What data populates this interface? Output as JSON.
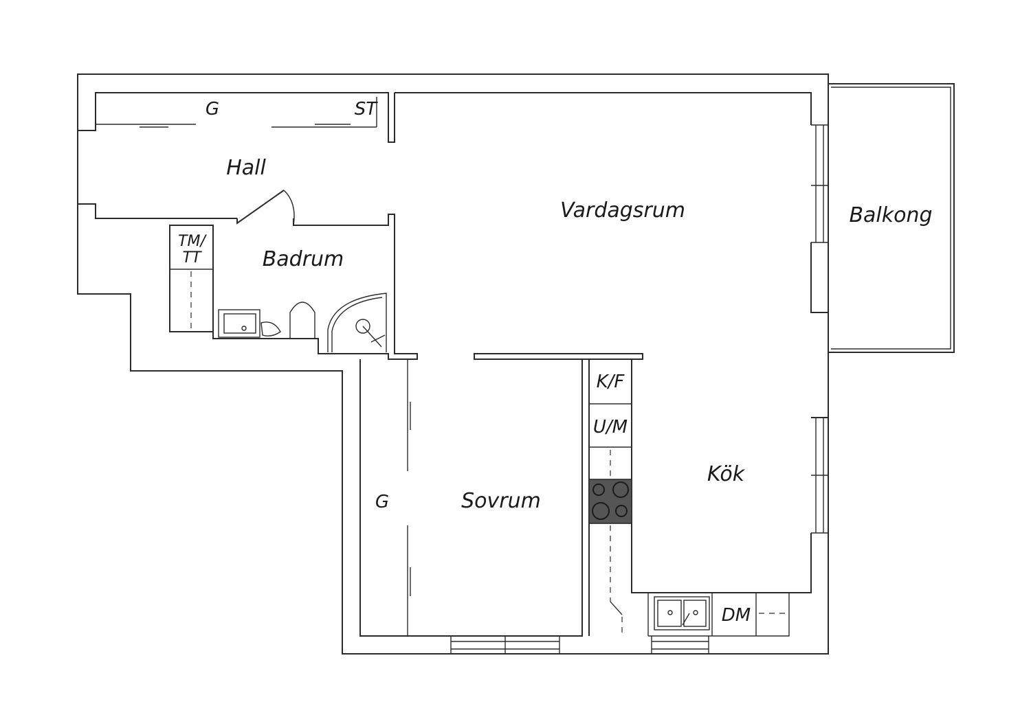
{
  "rooms": {
    "hall": "Hall",
    "vardagsrum": "Vardagsrum",
    "balkong": "Balkong",
    "badrum": "Badrum",
    "sovrum": "Sovrum",
    "kok": "Kök"
  },
  "fixtures": {
    "garderob_hall": "G",
    "stad_hall": "ST",
    "tvatt_1": "TM/",
    "tvatt_2": "TT",
    "garderob_sovrum": "G",
    "kyl_frys": "K/F",
    "ugn_micro": "U/M",
    "diskmaskin": "DM"
  },
  "colors": {
    "line": "#2b2b2b",
    "stove": "#555555"
  }
}
